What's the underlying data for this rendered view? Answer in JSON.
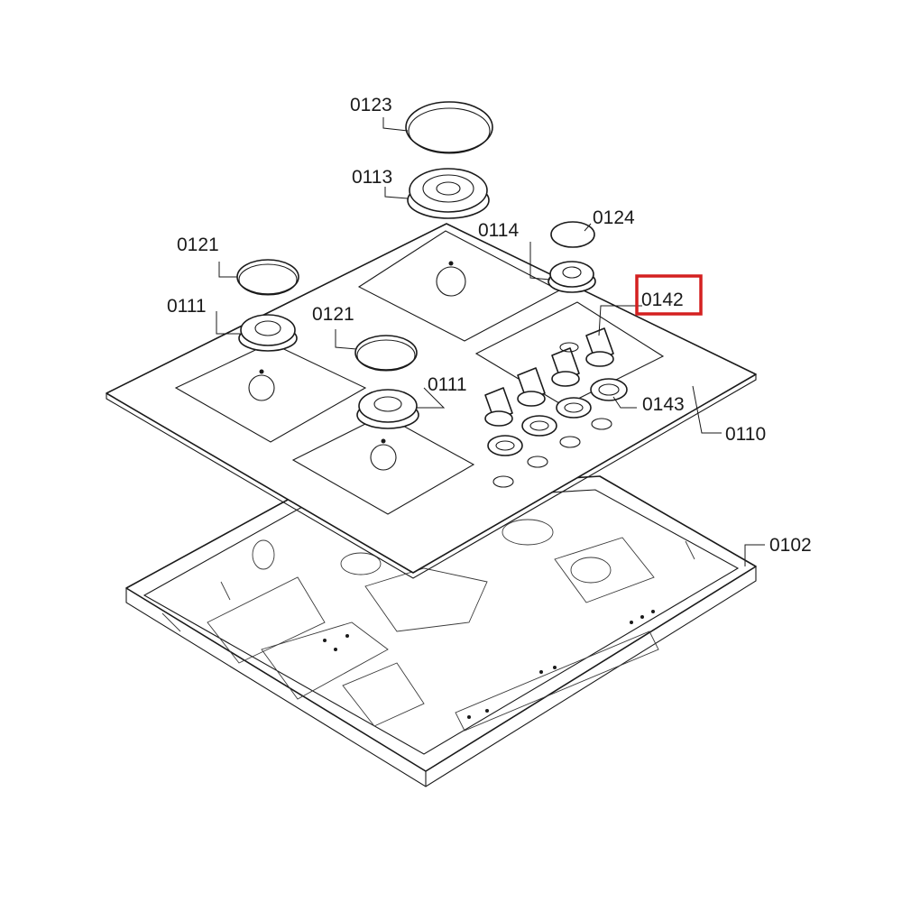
{
  "highlight_color": "#d42020",
  "highlighted_part": "0142",
  "labels": {
    "p0123": "0123",
    "p0113": "0113",
    "p0124": "0124",
    "p0114": "0114",
    "p0121a": "0121",
    "p0121b": "0121",
    "p0111a": "0111",
    "p0111b": "0111",
    "p0142": "0142",
    "p0143": "0143",
    "p0110": "0110",
    "p0102": "0102"
  }
}
